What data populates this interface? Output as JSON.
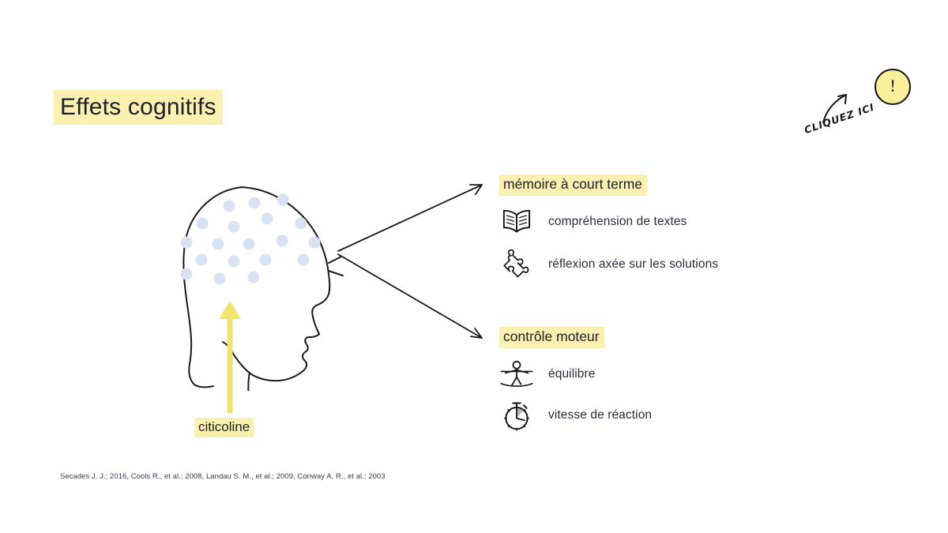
{
  "slide": {
    "title": "Effets cognitifs",
    "citation": "Secades J. J.; 2016, Cools R., et al.; 2008, Landau S. M., et al.; 2009, Conway A. R., et al.; 2003"
  },
  "callout": {
    "text": "CLIQUEZ ICI",
    "badge": "!",
    "badge_color": "#faf09a",
    "arrow_icon": "curved-arrow-up-right-icon"
  },
  "diagram": {
    "source_label": "citicoline",
    "head_icon": "head-profile-icon",
    "up_arrow_icon": "arrow-up-icon",
    "branch_arrow_icon": "branching-arrows-icon",
    "dot_color": "#d7e3f2",
    "arrow_color": "#f2e36a"
  },
  "groups": [
    {
      "heading": "mémoire à court terme",
      "items": [
        {
          "icon": "open-book-icon",
          "label": "compréhension de textes"
        },
        {
          "icon": "puzzle-piece-icon",
          "label": "réflexion axée sur les solutions"
        }
      ]
    },
    {
      "heading": "contrôle moteur",
      "items": [
        {
          "icon": "tightrope-balance-icon",
          "label": "équilibre"
        },
        {
          "icon": "stopwatch-icon",
          "label": "vitesse de réaction"
        }
      ]
    }
  ],
  "colors": {
    "highlight": "#faf0b0",
    "text": "#2b2b38",
    "ink": "#16161c"
  }
}
